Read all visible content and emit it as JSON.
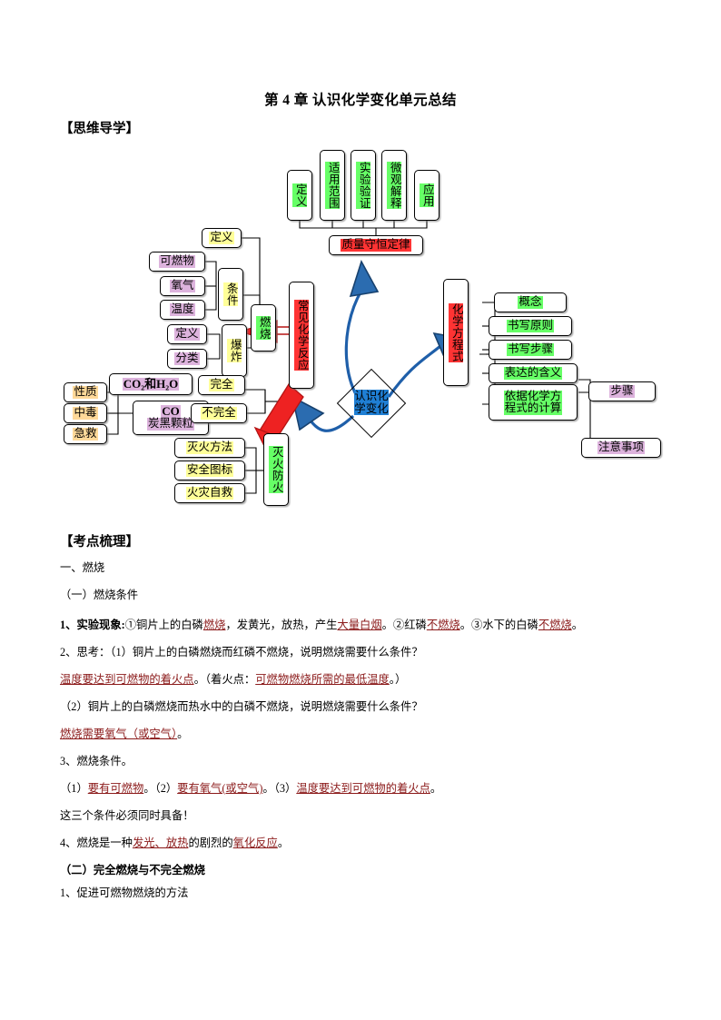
{
  "document": {
    "title": "第 4 章 认识化学变化单元总结",
    "sections": {
      "mindmap_heading": "【思维导学】",
      "review_heading": "【考点梳理】"
    }
  },
  "mindmap": {
    "top_row": [
      {
        "id": "dingyi-top",
        "label": "定义",
        "color": "green",
        "orientation": "vertical"
      },
      {
        "id": "shiyongfanwei",
        "label": "适用范围",
        "color": "green",
        "orientation": "vertical"
      },
      {
        "id": "shiyanyanzheng",
        "label": "实验验证",
        "color": "green",
        "orientation": "vertical"
      },
      {
        "id": "weiguanjieshi",
        "label": "微观解释",
        "color": "green",
        "orientation": "vertical"
      },
      {
        "id": "yingyong",
        "label": "应用",
        "color": "green",
        "orientation": "vertical"
      }
    ],
    "law_node": {
      "label": "质量守恒定律",
      "color": "red"
    },
    "center_left": {
      "label": "常见化学反应",
      "color": "red",
      "orientation": "vertical"
    },
    "center_core": {
      "label_line1": "认识化",
      "label_line2": "学变化",
      "color": "blue"
    },
    "center_right": {
      "label": "化学方程式",
      "color": "red",
      "orientation": "vertical"
    },
    "combustion": {
      "label": "燃烧",
      "color": "green",
      "orientation": "vertical"
    },
    "fire_control": {
      "label": "灭火防火",
      "color": "green",
      "orientation": "vertical"
    },
    "left_branch": [
      {
        "label": "定义",
        "color": "yellow"
      },
      {
        "label": "可燃物",
        "color": "pink"
      },
      {
        "label": "氧气",
        "color": "pink"
      },
      {
        "label": "温度",
        "color": "pink"
      },
      {
        "label": "条件",
        "color": "yellow",
        "orientation": "vertical"
      },
      {
        "label": "定义",
        "color": "pink"
      },
      {
        "label": "分类",
        "color": "pink"
      },
      {
        "label": "爆炸",
        "color": "yellow",
        "orientation": "vertical"
      }
    ],
    "combustion_products": [
      {
        "label": "CO₂和H₂O",
        "color": "pink"
      },
      {
        "label": "完全",
        "color": "yellow"
      },
      {
        "label_line1": "CO",
        "label_line2": "炭黑颗粒",
        "color": "pink"
      },
      {
        "label": "不完全",
        "color": "yellow"
      }
    ],
    "co_properties": [
      {
        "label": "性质",
        "color": "gold"
      },
      {
        "label": "中毒",
        "color": "gold"
      },
      {
        "label": "急救",
        "color": "gold"
      }
    ],
    "fire_items": [
      {
        "label": "灭火方法",
        "color": "yellow"
      },
      {
        "label": "安全图标",
        "color": "yellow"
      },
      {
        "label": "火灾自救",
        "color": "yellow"
      }
    ],
    "equation_items": [
      {
        "label": "概念",
        "color": "green"
      },
      {
        "label": "书写原则",
        "color": "green"
      },
      {
        "label": "书写步骤",
        "color": "green"
      },
      {
        "label": "表达的含义",
        "color": "green"
      },
      {
        "label_line1": "依据化学方",
        "label_line2": "程式的计算",
        "color": "green"
      }
    ],
    "calc_items": [
      {
        "label": "步骤",
        "color": "pink"
      },
      {
        "label": "注意事项",
        "color": "pink"
      }
    ],
    "colors": {
      "green": "#66ff66",
      "red": "#ff3333",
      "yellow": "#ffff99",
      "gold": "#ffd999",
      "pink": "#ddb3dd",
      "blue": "#1f7fd4",
      "arrow_red": "#ee2222",
      "arrow_blue": "#1f5fa9"
    }
  },
  "review": {
    "topic1": "一、燃烧",
    "sub1": "（一）燃烧条件",
    "line1": {
      "prefix": "1、实验现象:",
      "seg1_plain": "①铜片上的白磷",
      "seg1_red": "燃烧",
      "seg2_plain": "，发黄光，放热，产生",
      "seg2_red": "大量白烟",
      "seg3_plain": "。②红磷",
      "seg3_red": "不燃烧",
      "seg4_plain": "。③水下的白磷",
      "seg4_red": "不燃烧",
      "seg5_plain": "。"
    },
    "line2": "2、思考：（1）铜片上的白磷燃烧而红磷不燃烧，说明燃烧需要什么条件？",
    "line3": {
      "red1": "温度要达到可燃物的着火点",
      "plain1": "。（着火点：",
      "red2": "可燃物燃烧所需的最低温度",
      "plain2": "。）"
    },
    "line4": "（2）铜片上的白磷燃烧而热水中的白磷不燃烧，说明燃烧需要什么条件？",
    "line5": {
      "red1": "燃烧需要氧气（或空气）",
      "plain1": "。"
    },
    "line6": "3、燃烧条件。",
    "line7": {
      "p1": "（1）",
      "r1": "要有可燃物",
      "p2": "。（2）",
      "r2": "要有氧气(或空气)",
      "p3": "。（3）",
      "r3": "温度要达到可燃物的着火点",
      "p4": "。"
    },
    "line8": "这三个条件必须同时具备！",
    "line9": {
      "p1": "4、燃烧是一种",
      "r1": "发光、放热",
      "p2": "的剧烈的",
      "r2": "氧化反应",
      "p3": "。"
    },
    "sub2": "（二）完全燃烧与不完全燃烧",
    "line10": "1、促进可燃物燃烧的方法"
  }
}
